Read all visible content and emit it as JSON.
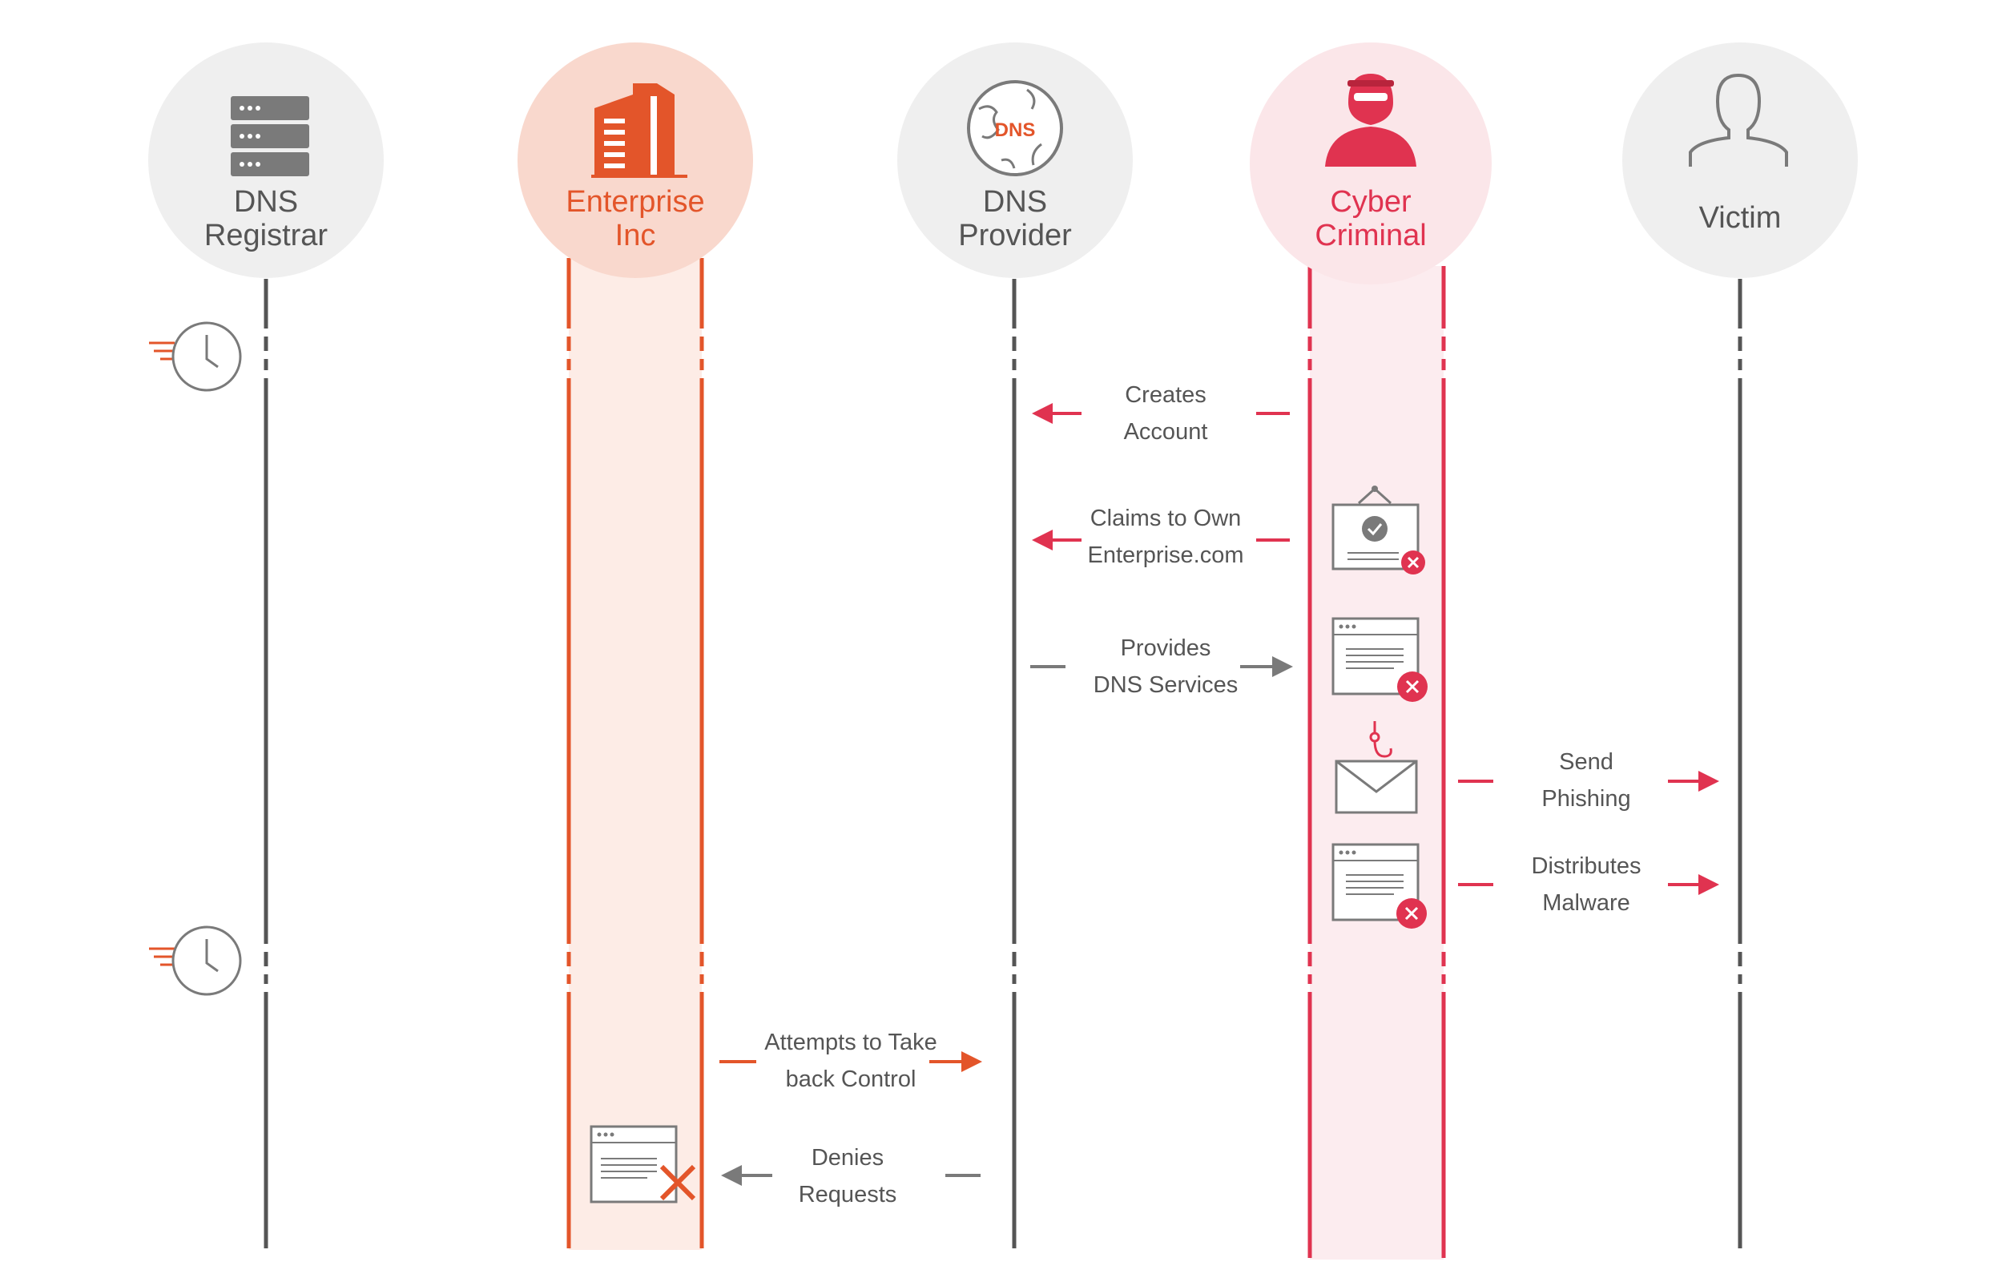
{
  "colors": {
    "gray": "#555555",
    "orange": "#e3552a",
    "red": "#e03350",
    "icon_gray": "#7a7a7a",
    "circle_gray": "#efefef",
    "circle_orange": "#f9d8cd",
    "circle_red": "#fbe6e9",
    "band_orange": "#fdece6",
    "band_red": "#fcecef"
  },
  "actors": [
    {
      "id": "registrar",
      "lines": [
        "DNS",
        "Registrar"
      ],
      "icon": "server-rack-icon",
      "theme": "gray"
    },
    {
      "id": "enterprise",
      "lines": [
        "Enterprise",
        "Inc"
      ],
      "icon": "office-building-icon",
      "theme": "orange"
    },
    {
      "id": "provider",
      "lines": [
        "DNS",
        "Provider"
      ],
      "icon": "dns-globe-icon",
      "theme": "gray"
    },
    {
      "id": "criminal",
      "lines": [
        "Cyber",
        "Criminal"
      ],
      "icon": "hooded-hacker-icon",
      "theme": "red"
    },
    {
      "id": "victim",
      "lines": [
        "Victim"
      ],
      "icon": "person-outline-icon",
      "theme": "gray"
    }
  ],
  "globe_text": "DNS",
  "time_markers": [
    "time-passing-icon",
    "time-passing-icon"
  ],
  "messages": [
    {
      "lines": [
        "Creates",
        "Account"
      ],
      "from": "criminal",
      "to": "provider",
      "color": "red"
    },
    {
      "lines": [
        "Claims to Own",
        "Enterprise.com"
      ],
      "from": "criminal",
      "to": "provider",
      "color": "red",
      "icon": "certificate-rejected-icon"
    },
    {
      "lines": [
        "Provides",
        "DNS Services"
      ],
      "from": "provider",
      "to": "criminal",
      "color": "gray",
      "icon": "webpage-rejected-icon"
    },
    {
      "lines": [
        "Send",
        "Phishing"
      ],
      "from": "criminal",
      "to": "victim",
      "color": "red",
      "icon": "phishing-envelope-icon"
    },
    {
      "lines": [
        "Distributes",
        "Malware"
      ],
      "from": "criminal",
      "to": "victim",
      "color": "red",
      "icon": "webpage-rejected-icon"
    },
    {
      "lines": [
        "Attempts to Take",
        "back Control"
      ],
      "from": "enterprise",
      "to": "provider",
      "color": "orange"
    },
    {
      "lines": [
        "Denies",
        "Requests"
      ],
      "from": "provider",
      "to": "enterprise",
      "color": "gray",
      "icon": "webpage-denied-icon"
    }
  ]
}
